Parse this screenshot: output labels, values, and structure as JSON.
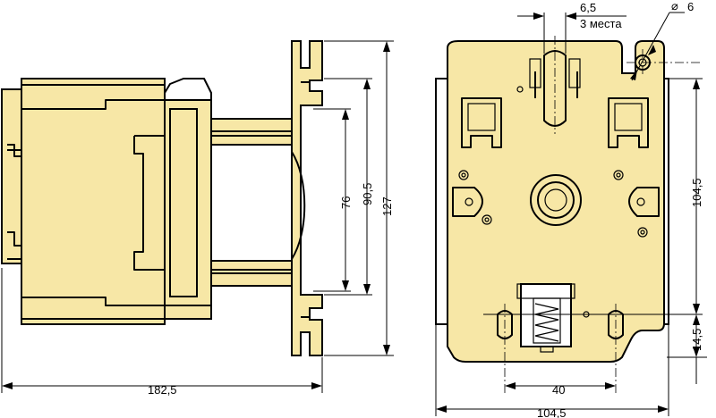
{
  "dimensions": {
    "slot_width": "6,5",
    "slot_note": "3 места",
    "hole_diameter": "6",
    "height_76": "76",
    "height_90_5": "90,5",
    "height_127": "127",
    "width_182_5": "182,5",
    "height_104_5": "104,5",
    "height_14_5": "14,5",
    "width_40": "40",
    "width_104_5": "104,5"
  },
  "symbols": {
    "diameter": "⌀"
  }
}
